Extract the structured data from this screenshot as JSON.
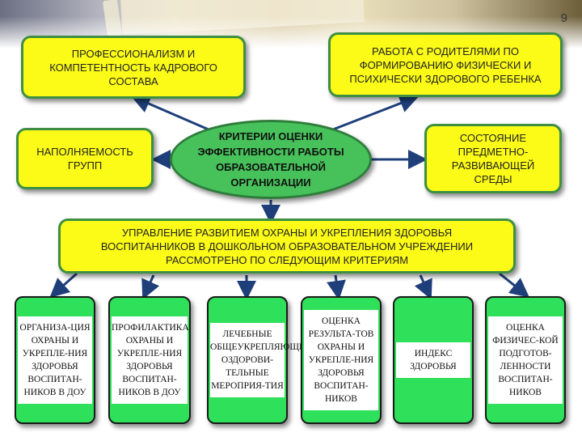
{
  "page_number": "9",
  "center": {
    "text": "КРИТЕРИИ ОЦЕНКИ ЭФФЕКТИВНОСТИ РАБОТЫ ОБРАЗОВАТЕЛЬНОЙ ОРГАНИЗАЦИИ"
  },
  "top_boxes": {
    "left": "ПРОФЕССИОНАЛИЗМ И КОМПЕТЕНТНОСТЬ КАДРОВОГО СОСТАВА",
    "right": "РАБОТА С РОДИТЕЛЯМИ ПО ФОРМИРОВАНИЮ ФИЗИЧЕСКИ И ПСИХИЧЕСКИ ЗДОРОВОГО РЕБЕНКА"
  },
  "middle_boxes": {
    "left": "НАПОЛНЯЕМОСТЬ ГРУПП",
    "right": "СОСТОЯНИЕ ПРЕДМЕТНО-РАЗВИВАЮЩЕЙ СРЕДЫ"
  },
  "banner": "УПРАВЛЕНИЕ РАЗВИТИЕМ ОХРАНЫ И УКРЕПЛЕНИЯ ЗДОРОВЬЯ ВОСПИТАННИКОВ В ДОШКОЛЬНОМ ОБРАЗОВАТЕЛЬНОМ УЧРЕЖДЕНИИ РАССМОТРЕНО ПО СЛЕДУЮЩИМ КРИТЕРИЯМ",
  "criteria": [
    "ОРГАНИЗА-ЦИЯ ОХРАНЫ И УКРЕПЛЕ-НИЯ ЗДОРОВЬЯ ВОСПИТАН-НИКОВ В ДОУ",
    "ПРОФИЛАКТИКА ОХРАНЫ И УКРЕПЛЕ-НИЯ ЗДОРОВЬЯ ВОСПИТАН-НИКОВ В ДОУ",
    "ЛЕЧЕБНЫЕ ОБЩЕУКРЕПЛЯЮЩИЕ ОЗДОРОВИ-ТЕЛЬНЫЕ МЕРОПРИЯ-ТИЯ",
    "ОЦЕНКА РЕЗУЛЬТА-ТОВ ОХРАНЫ И УКРЕПЛЕ-НИЯ ЗДОРОВЬЯ ВОСПИТАН-НИКОВ",
    "ИНДЕКС ЗДОРОВЬЯ",
    "ОЦЕНКА ФИЗИЧЕС-КОЙ ПОДГОТОВ-ЛЕННОСТИ ВОСПИТАН-НИКОВ"
  ],
  "colors": {
    "box_fill": "#fbfb17",
    "box_border": "#3e8e43",
    "ellipse_fill": "#47c25b",
    "criteria_fill": "#2fe05a",
    "arrow": "#1f3f7a"
  }
}
